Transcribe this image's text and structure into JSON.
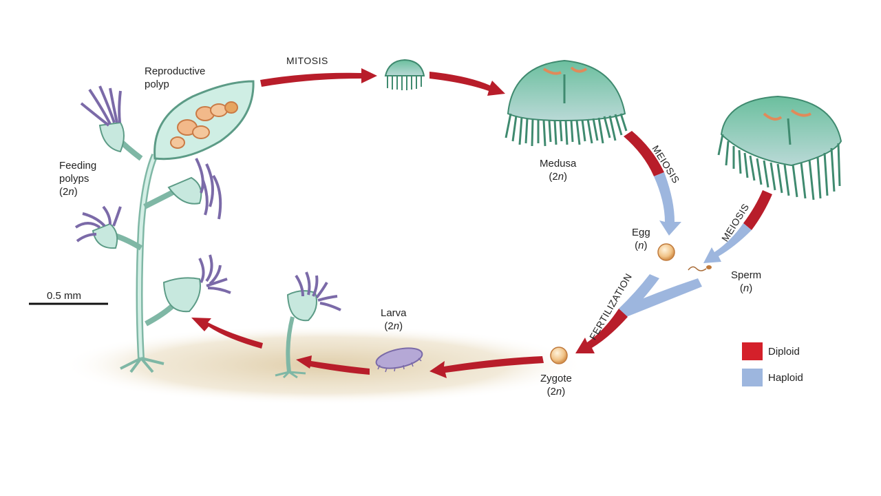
{
  "labels": {
    "reproductive_polyp": [
      "Reproductive",
      "polyp"
    ],
    "feeding_polyps": [
      "Feeding",
      "polyps",
      "(2n)"
    ],
    "medusa": [
      "Medusa",
      "(2n)"
    ],
    "egg": [
      "Egg",
      "(n)"
    ],
    "sperm": [
      "Sperm",
      "(n)"
    ],
    "larva": [
      "Larva",
      "(2n)"
    ],
    "zygote": [
      "Zygote",
      "(2n)"
    ],
    "scale": "0.5 mm"
  },
  "process_labels": {
    "mitosis": "MITOSIS",
    "meiosis_medusa": "MEIOSIS",
    "meiosis_sperm": "MEIOSIS",
    "fertilization": "FERTILIZATION"
  },
  "legend": [
    {
      "label": "Diploid",
      "color": "#d4202a"
    },
    {
      "label": "Haploid",
      "color": "#9db6de"
    }
  ],
  "colors": {
    "diploid_arrow": "#b81d2a",
    "haploid_arrow": "#9db6de",
    "medusa_bell": "#5fa890",
    "polyp_body": "#bfe3d8",
    "tentacles": "#7b6aa8",
    "ground": "#e6d7b6"
  }
}
